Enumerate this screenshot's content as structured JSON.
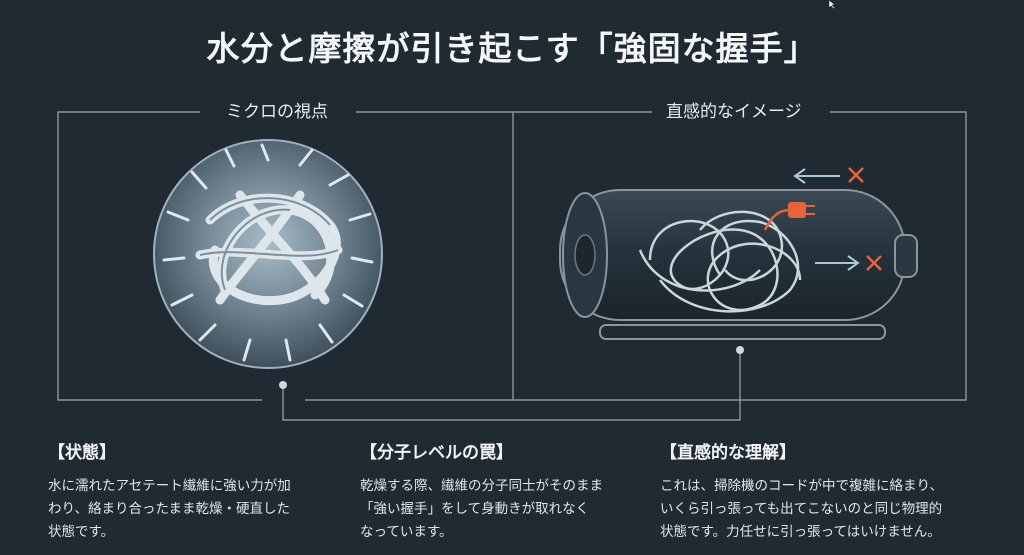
{
  "title": "水分と摩擦が引き起こす「強固な握手」",
  "panels": {
    "left": {
      "label": "ミクロの視点"
    },
    "right": {
      "label": "直感的なイメージ"
    }
  },
  "captions": [
    {
      "heading": "【状態】",
      "lines": [
        "水に濡れたアセテート繊維に強い力が加",
        "わり、絡まり合ったまま乾燥・硬直した",
        "状態です。"
      ]
    },
    {
      "heading": "【分子レベルの罠】",
      "lines": [
        "乾燥する際、繊維の分子同士がそのまま",
        "「強い握手」をして身動きが取れなく",
        "なっています。"
      ]
    },
    {
      "heading": "【直感的な理解】",
      "lines": [
        "これは、掃除機のコードが中で複雑に絡まり、",
        "いくら引っ張っても出てこないのと同じ物理的",
        "状態です。力任せに引っ張ってはいけません。"
      ]
    }
  ],
  "colors": {
    "background": "#1f2a33",
    "line": "#8a959c",
    "accent": "#e8623a",
    "fiber": "#c9d6dd"
  }
}
